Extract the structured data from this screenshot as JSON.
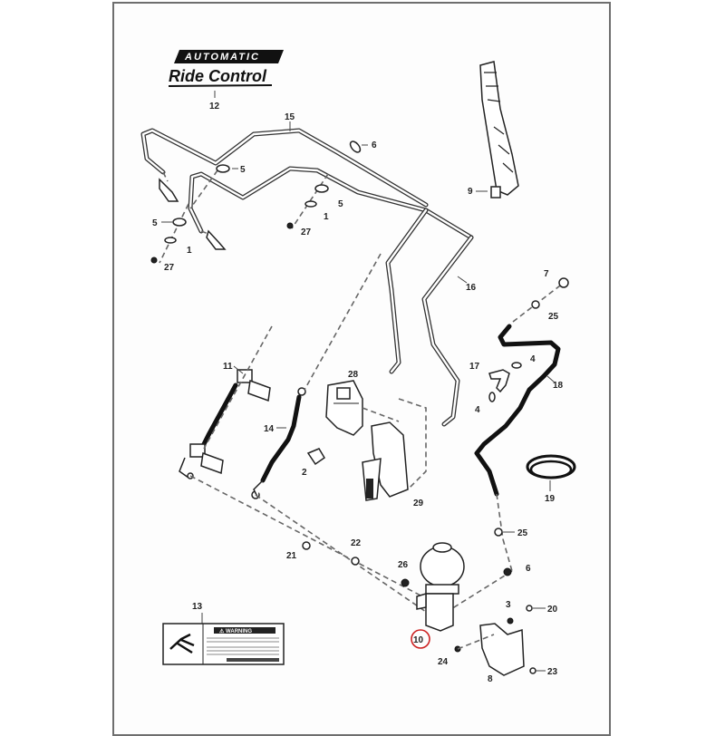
{
  "diagram": {
    "title_line1": "AUTOMATIC",
    "title_line2": "Ride Control",
    "decal": {
      "header": "⚠ WARNING"
    },
    "highlight_color": "#cc2222",
    "highlighted_callout": "10",
    "callouts": {
      "c12": "12",
      "c15": "15",
      "c6a": "6",
      "c5a": "5",
      "c5b": "5",
      "c5c": "5",
      "c1a": "1",
      "c1b": "1",
      "c27a": "27",
      "c27b": "27",
      "c9": "9",
      "c16": "16",
      "c7": "7",
      "c25a": "25",
      "c4a": "4",
      "c4b": "4",
      "c17": "17",
      "c18": "18",
      "c11": "11",
      "c14": "14",
      "c28": "28",
      "c2": "2",
      "c29": "29",
      "c19": "19",
      "c25b": "25",
      "c6b": "6",
      "c21": "21",
      "c22": "22",
      "c26": "26",
      "c13": "13",
      "c3": "3",
      "c20": "20",
      "c10": "10",
      "c24": "24",
      "c8": "8",
      "c23": "23"
    }
  }
}
